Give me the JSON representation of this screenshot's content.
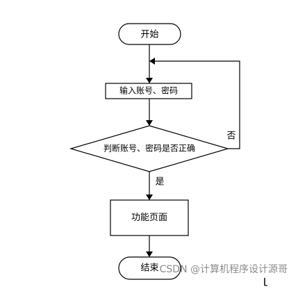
{
  "flowchart": {
    "start_label": "开始",
    "input_label": "输入账号、密码",
    "decision_label": "判断账号、密码是否正确",
    "no_label": "否",
    "yes_label": "是",
    "page_label": "功能页面",
    "end_label": "结束"
  },
  "watermark": {
    "text": "CSDN @计算机程序设计源哥"
  },
  "colors": {
    "stroke": "#000000",
    "fill": "#ffffff",
    "watermark": "#777777"
  }
}
